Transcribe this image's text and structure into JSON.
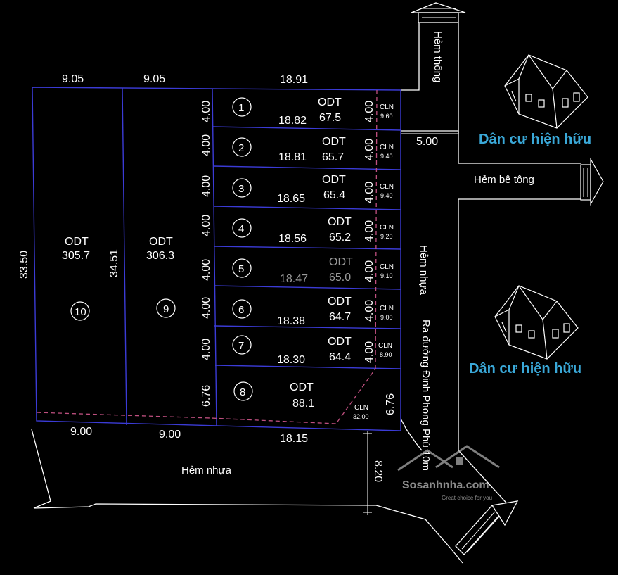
{
  "top_dims": [
    "9.05",
    "9.05",
    "18.91"
  ],
  "bottom_dims": [
    "9.00",
    "9.00",
    "18.15"
  ],
  "left_dims": {
    "outer": "33.50",
    "inner": "34.51"
  },
  "big_lots": [
    {
      "num": "10",
      "type": "ODT",
      "area": "305.7"
    },
    {
      "num": "9",
      "type": "ODT",
      "area": "306.3"
    }
  ],
  "lots": [
    {
      "num": "1",
      "width": "4.00",
      "depth": "18.82",
      "type": "ODT",
      "area": "67.5",
      "cln_w": "4.00",
      "cln": "CLN",
      "cln_area": "9.60"
    },
    {
      "num": "2",
      "width": "4.00",
      "depth": "18.81",
      "type": "ODT",
      "area": "65.7",
      "cln_w": "4.00",
      "cln": "CLN",
      "cln_area": "9.40"
    },
    {
      "num": "3",
      "width": "4.00",
      "depth": "18.65",
      "type": "ODT",
      "area": "65.4",
      "cln_w": "4.00",
      "cln": "CLN",
      "cln_area": "9.40"
    },
    {
      "num": "4",
      "width": "4.00",
      "depth": "18.56",
      "type": "ODT",
      "area": "65.2",
      "cln_w": "4.00",
      "cln": "CLN",
      "cln_area": "9.20"
    },
    {
      "num": "5",
      "width": "4.00",
      "depth": "18.47",
      "type": "ODT",
      "area": "65.0",
      "cln_w": "4.00",
      "cln": "CLN",
      "cln_area": "9.10"
    },
    {
      "num": "6",
      "width": "4.00",
      "depth": "18.38",
      "type": "ODT",
      "area": "64.7",
      "cln_w": "4.00",
      "cln": "CLN",
      "cln_area": "9.00"
    },
    {
      "num": "7",
      "width": "4.00",
      "depth": "18.30",
      "type": "ODT",
      "area": "64.4",
      "cln_w": "4.00",
      "cln": "CLN",
      "cln_area": "8.90"
    }
  ],
  "lot8": {
    "num": "8",
    "width": "6.76",
    "type": "ODT",
    "area": "88.1",
    "cln": "CLN",
    "cln_area": "32.00",
    "right_dim": "6.76"
  },
  "labels": {
    "hem_thong": "Hẻm thông",
    "hem_be_tong": "Hẻm bê tông",
    "hem_nhua_right": "Hẻm nhựa",
    "ra_duong": "Ra đường Đinh Phong Phú 10m",
    "hem_nhua_bottom": "Hẻm nhựa",
    "alley_width": "5.00",
    "road_dim": "8.20",
    "residents_1": "Dân cư hiện hữu",
    "residents_2": "Dân cư hiện hữu"
  },
  "watermark": {
    "brand": "Sosanhnha.com",
    "tagline": "Great choice for you"
  }
}
